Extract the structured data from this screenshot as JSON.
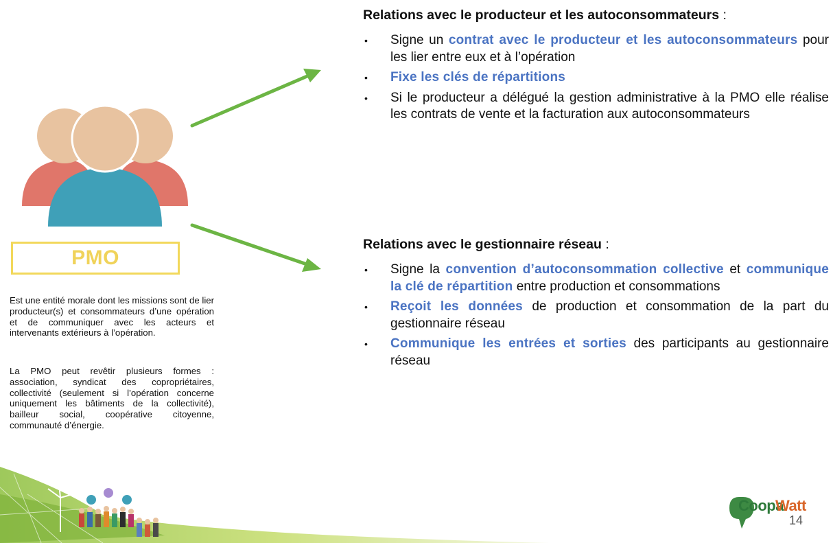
{
  "left_panel": {
    "title": "PMO",
    "description_1": "Est une entité morale dont les missions sont de lier producteur(s) et consommateurs d’une opération et de communiquer avec les acteurs et intervenants extérieurs à l’opération.",
    "description_2": "La PMO peut revêtir plusieurs formes : association, syndicat des copropriétaires, collectivité (seulement si l’opération concerne uniquement les bâtiments de la collectivité), bailleur social, coopérative citoyenne, communauté d’énergie."
  },
  "section_1": {
    "title": "Relations avec le producteur et les autoconsommateurs",
    "title_suffix": " :",
    "bullets": [
      {
        "pre": "Signe un ",
        "hl": "contrat avec le producteur et les autoconsommateurs",
        "post": " pour les lier entre eux et à l’opération"
      },
      {
        "pre": "",
        "hl": "Fixe les clés de répartitions",
        "post": ""
      },
      {
        "pre": "Si le producteur a délégué la gestion administrative à la PMO elle réalise les contrats de vente et la facturation aux autoconsommateurs",
        "hl": "",
        "post": ""
      }
    ]
  },
  "section_2": {
    "title": "Relations avec le gestionnaire réseau",
    "title_suffix": " :",
    "bullets": [
      {
        "pre": "Signe la ",
        "hl": "convention d’autoconsommation collective",
        "mid": " et ",
        "hl2": "communique la clé de répartition",
        "post": " entre production et consommations"
      },
      {
        "pre": "",
        "hl": "Reçoit les données",
        "post": " de production et consommation de la part du gestionnaire réseau"
      },
      {
        "pre": "",
        "hl": "Communique les entrées et sorties",
        "post": " des participants au gestionnaire réseau"
      }
    ]
  },
  "logo": {
    "part_1": "Coopa",
    "part_2": "Watt"
  },
  "page_number": "14",
  "colors": {
    "highlight": "#4a73c2",
    "pmo_accent": "#f2d85b",
    "arrow": "#6cb544",
    "person_head": "#e8c3a0",
    "person_body_back": "#e0766a",
    "person_body_front": "#3fa0b8"
  }
}
